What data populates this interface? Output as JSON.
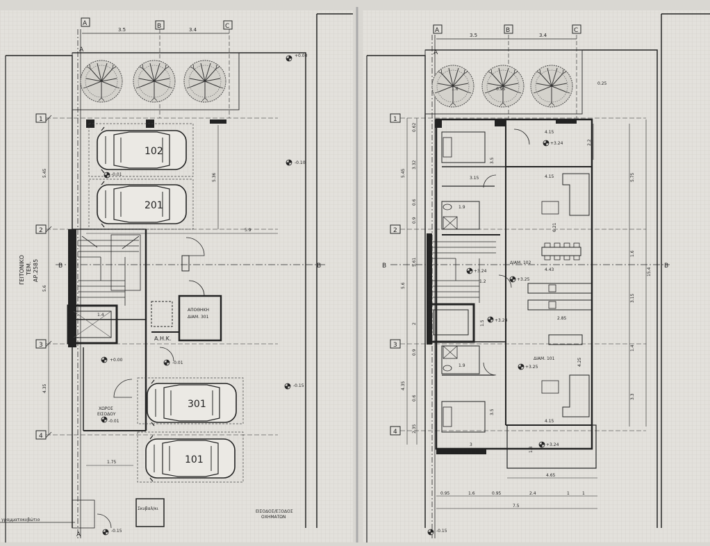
{
  "grid_axes": {
    "a": "A",
    "b": "B",
    "c": "C"
  },
  "grid_rows": {
    "r1": "1",
    "r2": "2",
    "r3": "3",
    "r4": "4"
  },
  "grid_spacing": {
    "ab": "3.5",
    "bc": "3.4"
  },
  "section_marks": {
    "a": "A",
    "b": "B"
  },
  "ground_floor": {
    "neighbour_label": "ΓΕΙΤΟΝΙΚΟ",
    "neighbour_tem": "ΤΕΜ.",
    "neighbour_parcel": "ΑΡ.2585",
    "car_labels": [
      "102",
      "201",
      "301",
      "101"
    ],
    "storage_title": "ΑΠΟΘΗΚΗ",
    "storage_unit": "ΔΙΑΜ. 301",
    "ahk": "Α.Η.Κ.",
    "entrance_title": "ΧΩΡΟΣ",
    "entrance_sub": "ΕΙΣΟΔΟΥ",
    "gate_line1": "ΕΙΣΟΔΟΣ/ΕΞΟΔΟΣ",
    "gate_line2": "ΟΧΗΜΑΤΩΝ",
    "mailbox": "γραμματοκυβώτιο",
    "bin": "Σκυβαλ/κι",
    "levels": {
      "a": "+0.00",
      "b": "-0.10",
      "c": "-0.01",
      "d": "-0.15",
      "e": "+0.00",
      "f": "-0.01",
      "g": "-0.01",
      "h": "-0.15",
      "i": "-0.15"
    },
    "dims": {
      "d545": "5.45",
      "d536": "5.36",
      "d59": "5.9",
      "d56": "5.6",
      "d435": "4.35",
      "d175": "1.75",
      "d14": "1.4"
    }
  },
  "first_floor": {
    "unit_102": "ΔΙΑΜ. 102",
    "unit_101": "ΔΙΑΜ. 101",
    "levels": {
      "a": "+3.24",
      "b": "+3.24",
      "c": "+3.25",
      "d": "+3.24",
      "e": "+3.25",
      "f": "+3.24"
    },
    "dims": {
      "d415a": "4.15",
      "d22": "2.2",
      "d575": "5.75",
      "d315a": "3.15",
      "d415b": "4.15",
      "d35a": "3.5",
      "d19a": "1.9",
      "d621": "6.21",
      "d443": "4.43",
      "d16a": "1.6",
      "d154": "15.4",
      "d12": "1.2",
      "d315b": "3.15",
      "d285": "2.85",
      "d15": "1.5",
      "d19b": "1.9",
      "d425": "4.25",
      "d14a": "1.4",
      "d33": "3.3",
      "d35b": "3.5",
      "d415c": "4.15",
      "d3": "3",
      "d18": "1.8",
      "d465": "4.65",
      "b095a": "0.95",
      "b16": "1.6",
      "b095b": "0.95",
      "b24": "2.4",
      "b1a": "1",
      "b1b": "1",
      "d75": "7.5",
      "d025": "0.25",
      "d095c": "0.95",
      "d16c": "1.6",
      "l062": "0.62",
      "l545": "5.45",
      "l332": "3.32",
      "l06a": "0.6",
      "l09a": "0.9",
      "l561": "5.61",
      "l56": "5.6",
      "l2": "2",
      "l09b": "0.9",
      "l435": "4.35",
      "l06b": "0.6",
      "l235": "2.35"
    }
  }
}
